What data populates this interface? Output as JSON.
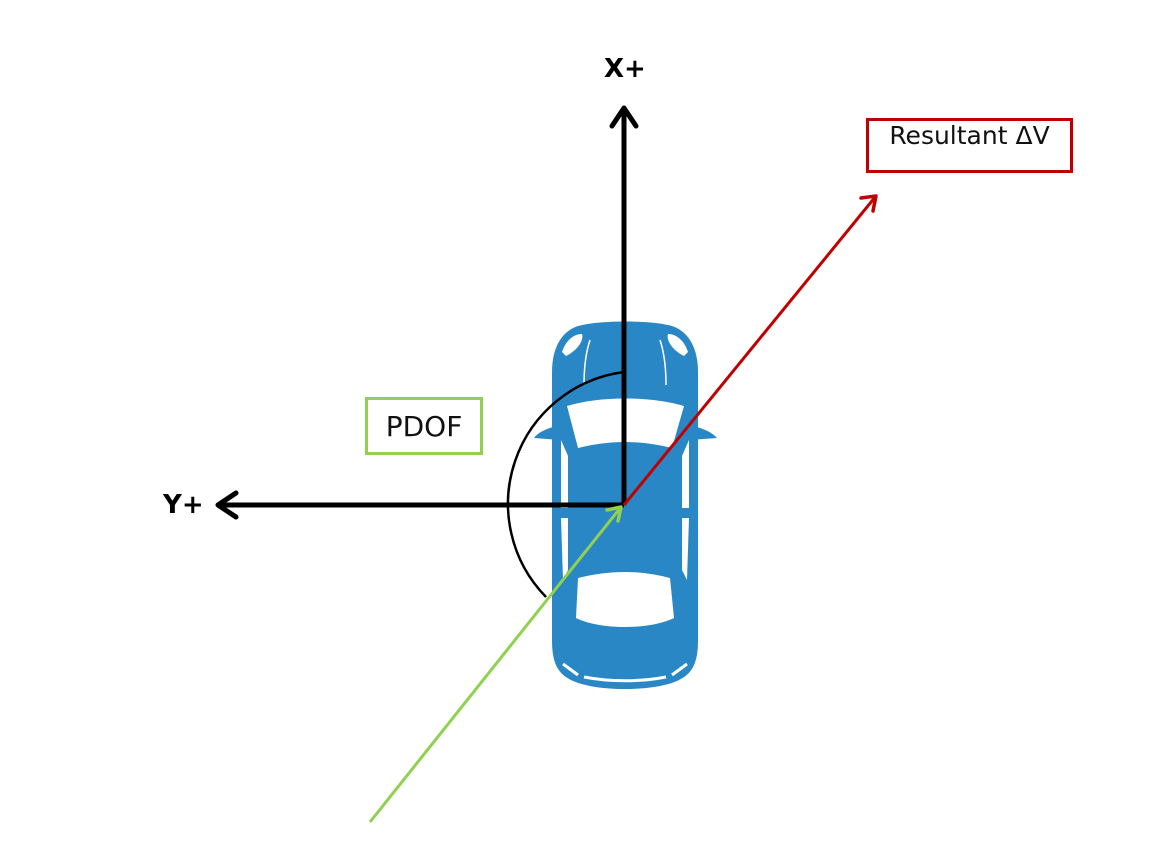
{
  "diagram": {
    "title": "Vehicle coordinate system with PDOF and Resultant Delta-V",
    "axes": {
      "x_label": "X+",
      "y_label": "Y+"
    },
    "labels": {
      "pdof": "PDOF",
      "resultant_dv": "Resultant ΔV"
    },
    "vectors": [
      {
        "name": "pdof-vector",
        "description": "Principal direction of force, pointing into vehicle center",
        "color": "#92d050"
      },
      {
        "name": "resultant-dv-vector",
        "description": "Resultant Delta-V, pointing away from vehicle center",
        "color": "#c00000"
      }
    ],
    "angle_arc": {
      "from": "X+",
      "to": "PDOF",
      "description": "PDOF angle measured counter-clockwise from X+ axis"
    },
    "vehicle": {
      "view": "top-down",
      "color": "#2a87c5",
      "orientation": "front facing X+"
    },
    "colors": {
      "axis": "#000000",
      "pdof": "#92d050",
      "resultant": "#c00000",
      "car_body": "#2a87c5",
      "car_glass": "#ffffff"
    }
  }
}
